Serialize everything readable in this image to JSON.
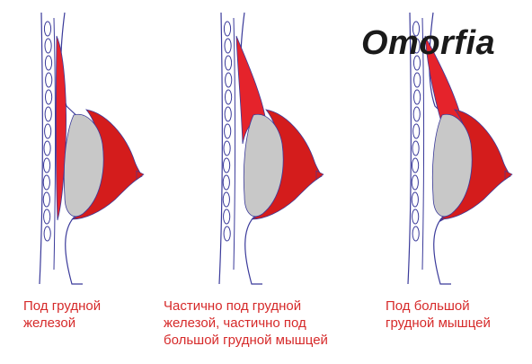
{
  "logo": {
    "text": "Omorfia"
  },
  "captions": [
    {
      "lines": [
        "Под грудной",
        "железой"
      ]
    },
    {
      "lines": [
        "Частично под грудной",
        "железой, частично под",
        "большой грудной мышцей"
      ]
    },
    {
      "lines": [
        "Под большой",
        "грудной мышцей"
      ]
    }
  ],
  "colors": {
    "outline": "#3a3a9a",
    "tissue_red": "#d41c1c",
    "muscle_red": "#e5232b",
    "implant_gray": "#c8c8c8",
    "caption_red": "#d62a2a",
    "logo": "#1a1a1a",
    "background": "#ffffff"
  }
}
